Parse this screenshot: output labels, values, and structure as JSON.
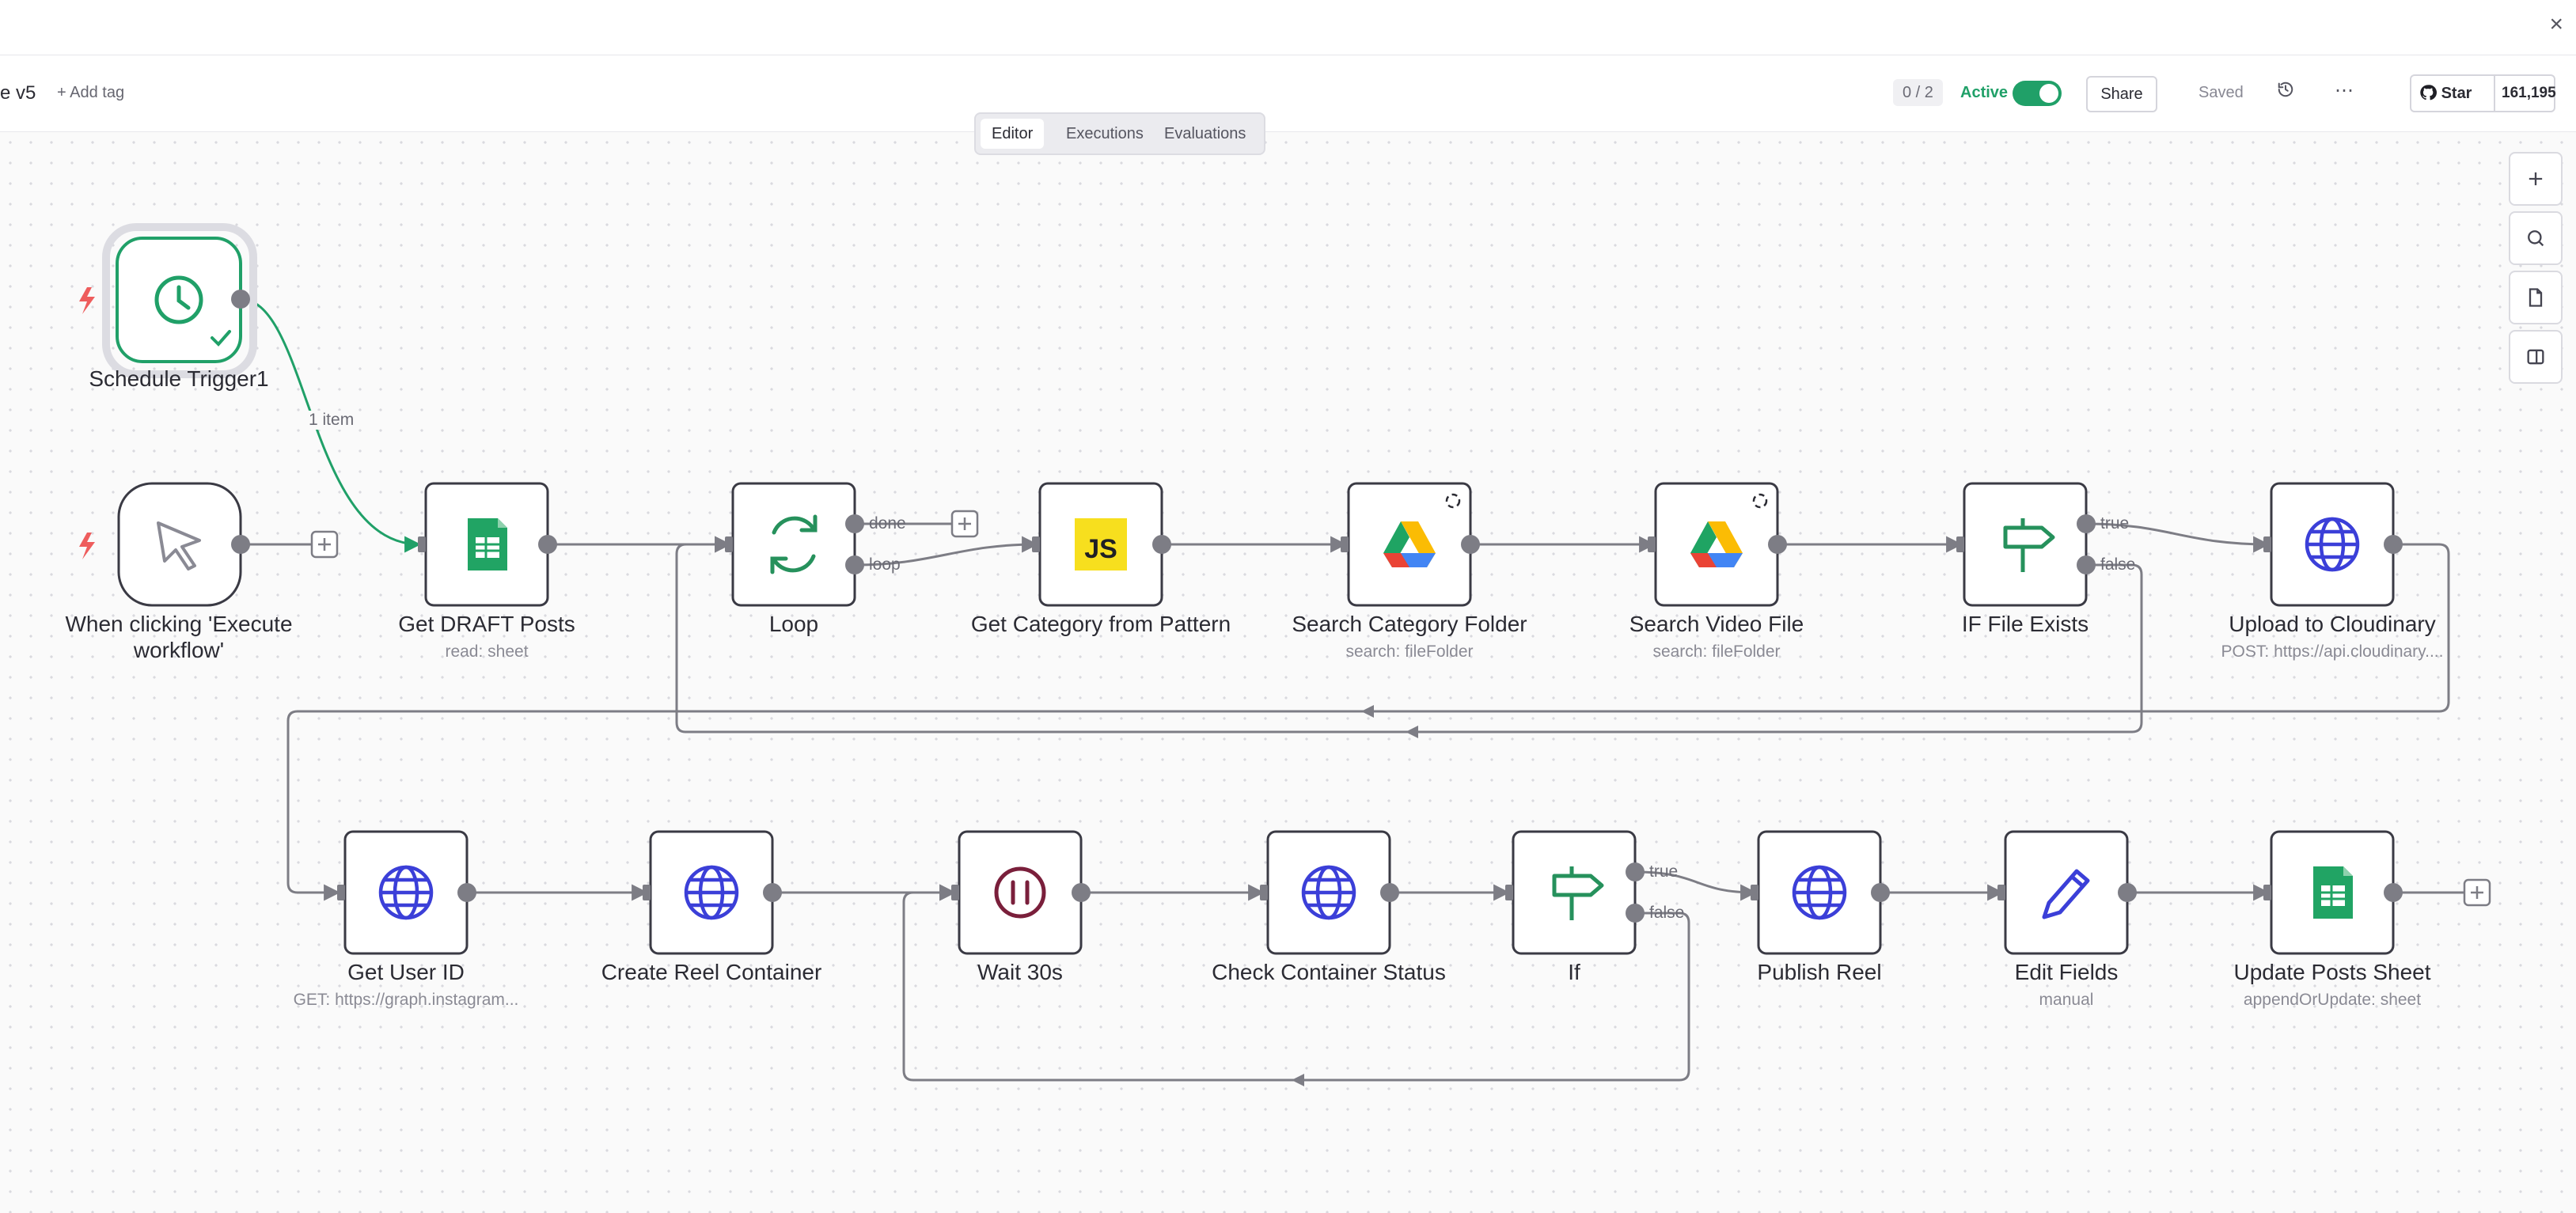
{
  "topbar": {
    "close_symbol": "×"
  },
  "header": {
    "workflow_name": "e v5",
    "add_tag": "+ Add tag",
    "counter": "0 / 2",
    "active_label": "Active",
    "active": true,
    "share": "Share",
    "saved": "Saved",
    "more": "⋯",
    "github": {
      "star": "Star",
      "count": "161,195"
    }
  },
  "tabs": [
    {
      "label": "Editor",
      "active": true
    },
    {
      "label": "Executions",
      "active": false
    },
    {
      "label": "Evaluations",
      "active": false
    }
  ],
  "colors": {
    "success": "#20a068",
    "wire": "#7d7d85",
    "node_border": "#3a3a44",
    "trigger_bolt": "#ee5d5d",
    "http_globe": "#3b3fd8",
    "sheets_green": "#21a464",
    "js_yellow": "#f7df1e",
    "wait_maroon": "#7a1f3b",
    "if_green": "#26915c"
  },
  "nodes": {
    "schedule_trigger": {
      "label": "Schedule Trigger1",
      "icon": "clock-icon",
      "status": "success"
    },
    "manual_trigger": {
      "label": "When clicking 'Execute workflow'",
      "icon": "cursor-icon"
    },
    "get_draft_posts": {
      "label": "Get DRAFT Posts",
      "subtitle": "read: sheet",
      "icon": "google-sheets-icon"
    },
    "loop": {
      "label": "Loop",
      "icon": "loop-arrows-icon"
    },
    "get_category": {
      "label": "Get Category from Pattern",
      "icon": "javascript-icon",
      "icon_text": "JS"
    },
    "search_category_folder": {
      "label": "Search Category Folder",
      "subtitle": "search: fileFolder",
      "icon": "google-drive-icon"
    },
    "search_video_file": {
      "label": "Search Video File",
      "subtitle": "search: fileFolder",
      "icon": "google-drive-icon"
    },
    "if_file_exists": {
      "label": "IF File Exists",
      "icon": "signpost-icon"
    },
    "upload_cloudinary": {
      "label": "Upload to Cloudinary",
      "subtitle": "POST: https://api.cloudinary....",
      "icon": "globe-icon"
    },
    "get_user_id": {
      "label": "Get User ID",
      "subtitle": "GET: https://graph.instagram...",
      "icon": "globe-icon"
    },
    "create_reel_container": {
      "label": "Create Reel Container",
      "icon": "globe-icon"
    },
    "wait_30s": {
      "label": "Wait 30s",
      "icon": "pause-icon"
    },
    "check_container_status": {
      "label": "Check Container Status",
      "icon": "globe-icon"
    },
    "if": {
      "label": "If",
      "icon": "signpost-icon"
    },
    "publish_reel": {
      "label": "Publish Reel",
      "icon": "globe-icon"
    },
    "edit_fields": {
      "label": "Edit Fields",
      "subtitle": "manual",
      "icon": "pen-icon"
    },
    "update_posts_sheet": {
      "label": "Update Posts Sheet",
      "subtitle": "appendOrUpdate: sheet",
      "icon": "google-sheets-icon"
    }
  },
  "edge_labels": {
    "items": "1 item",
    "done": "done",
    "loop": "loop",
    "true": "true",
    "false": "false"
  },
  "side_controls": [
    "zoom-in",
    "search",
    "sticky-note",
    "panel-toggle"
  ]
}
